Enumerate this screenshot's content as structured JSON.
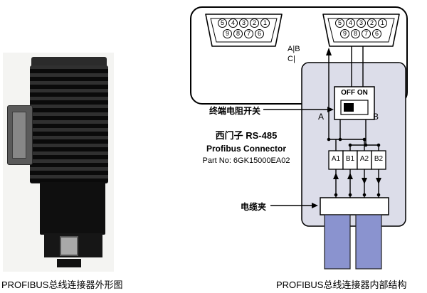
{
  "captions": {
    "left": "PROFIBUS总线连接器外形图",
    "right": "PROFIBUS总线连接器内部结构"
  },
  "diagram": {
    "db9_left": {
      "pins_top": [
        "5",
        "4",
        "3",
        "2",
        "1"
      ],
      "pins_bottom": [
        "9",
        "8",
        "7",
        "6"
      ]
    },
    "db9_right": {
      "pins_top": [
        "5",
        "4",
        "3",
        "2",
        "1"
      ],
      "pins_bottom": [
        "9",
        "8",
        "7",
        "6"
      ]
    },
    "channel_marks": {
      "row1": "A|B",
      "row2": "C|"
    },
    "switch": {
      "states": "OFF ON",
      "label": "终端电阻开关",
      "terminal_a": "A",
      "terminal_b": "B"
    },
    "product": {
      "brand": "西门子 RS-485",
      "name": "Profibus Connector",
      "part": "Part No: 6GK15000EA02"
    },
    "terminal_block": [
      "A1",
      "B1",
      "A2",
      "B2"
    ],
    "cable_clamp_label": "电缆夹",
    "colors": {
      "panel": "#dcdde9",
      "cable": "#8a93cf"
    }
  }
}
